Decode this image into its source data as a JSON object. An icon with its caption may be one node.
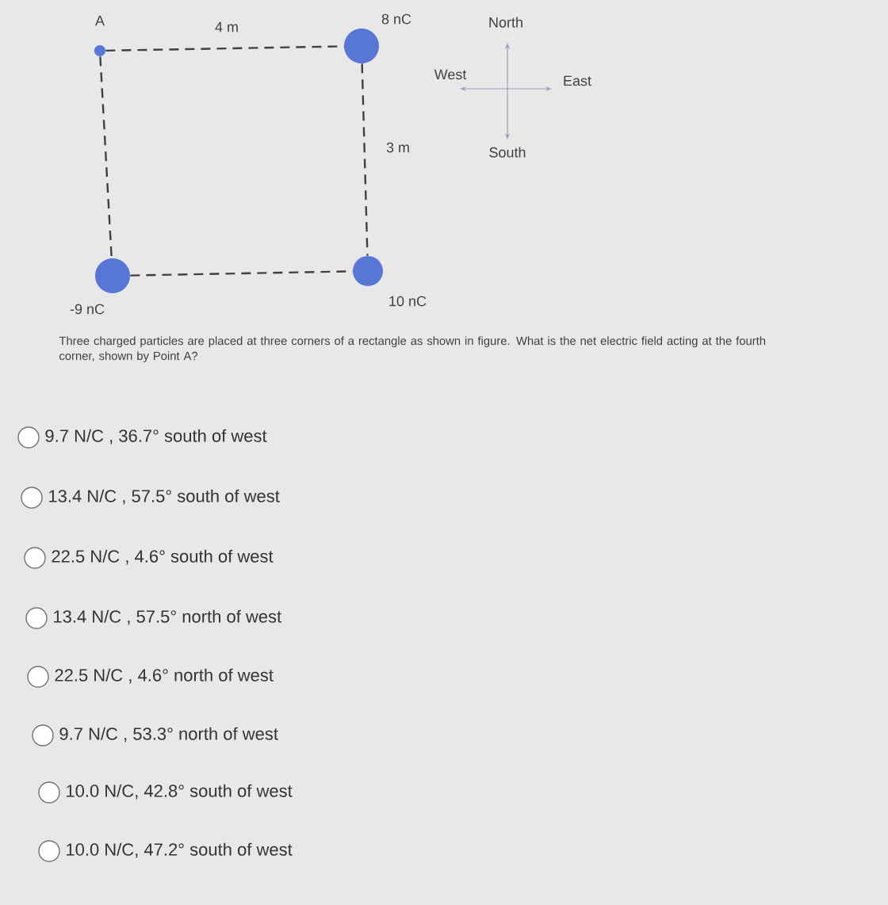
{
  "diagram": {
    "nodes": [
      {
        "text": [],
        "shape": "circle",
        "beside": [
          "A"
        ]
      },
      {
        "text": [],
        "shape": "circle",
        "beside": [
          "8 nC"
        ]
      },
      {
        "text": [],
        "shape": "circle",
        "beside": [
          "-9 nC"
        ]
      },
      {
        "text": [],
        "shape": "circle",
        "beside": [
          "10 nC"
        ]
      }
    ],
    "edges": [
      {
        "from": 0,
        "to": 1,
        "arrow": "none",
        "style": "dashed"
      },
      {
        "from": 1,
        "to": 3,
        "arrow": "none",
        "style": "dashed"
      },
      {
        "from": 2,
        "to": 3,
        "arrow": "none",
        "style": "dashed"
      },
      {
        "from": 0,
        "to": 2,
        "arrow": "none",
        "style": "dashed"
      }
    ],
    "labels": [
      "4 m",
      "3 m",
      "North",
      "West",
      "East",
      "South",
      "Three charged particles are placed at three corners of a rectangle as shown in figure. What is the net electric field acting at the fourth corner, shown by Point A?",
      "9.7 N/C , 36.7° south of west",
      "13.4 N/C , 57.5° south of west",
      "22.5 N/C , 4.6° south of west",
      "13.4 N/C , 57.5° north of west",
      "22.5 N/C , 4.6° north of west",
      "9.7 N/C , 53.3° north of west",
      "10.0 N/C, 42.8° south of west",
      "10.0 N/C, 47.2° south of west"
    ]
  }
}
